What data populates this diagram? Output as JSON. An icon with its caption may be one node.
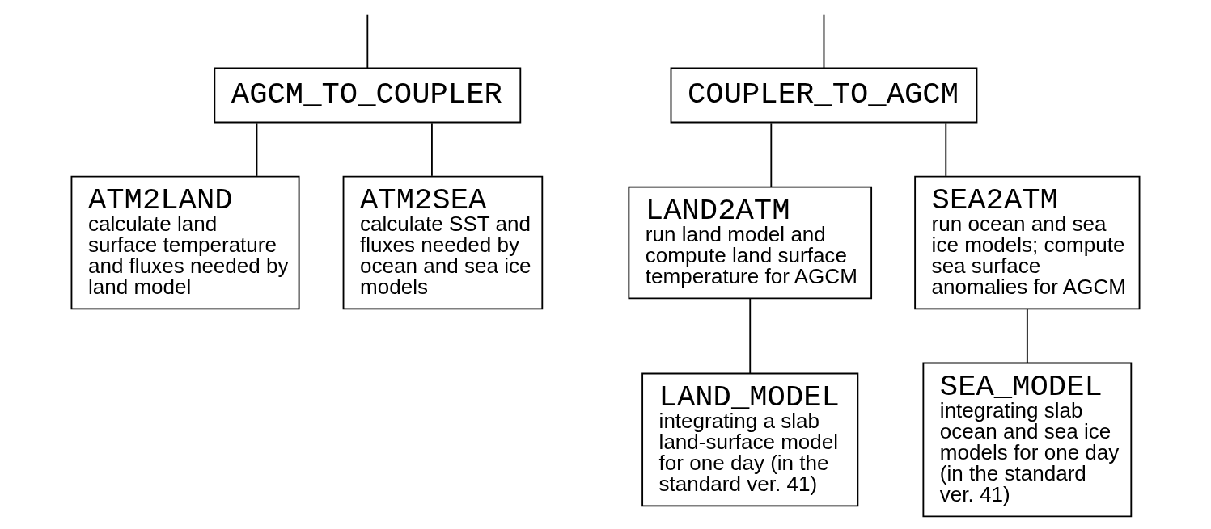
{
  "diagram": {
    "nodes": [
      {
        "text": [
          "AGCM_TO_COUPLER"
        ]
      },
      {
        "text": [
          "COUPLER_TO_AGCM"
        ]
      },
      {
        "text": [
          "ATM2LAND",
          "calculate land surface temperature and fluxes needed by land model"
        ]
      },
      {
        "text": [
          "ATM2SEA",
          "calculate SST and fluxes needed by ocean and sea ice models"
        ]
      },
      {
        "text": [
          "LAND2ATM",
          "run land model and compute land surface temperature for AGCM"
        ]
      },
      {
        "text": [
          "SEA2ATM",
          "run ocean and sea ice models; compute sea surface anomalies for AGCM"
        ]
      },
      {
        "text": [
          "LAND_MODEL",
          "integrating a slab land-surface model for one day (in the standard ver. 41)"
        ]
      },
      {
        "text": [
          "SEA_MODEL",
          "integrating slab ocean and sea ice models for one day (in the standard ver. 41)"
        ]
      }
    ],
    "edges": [
      {
        "from": null,
        "to": 0,
        "arrow": "none"
      },
      {
        "from": null,
        "to": 1,
        "arrow": "none"
      },
      {
        "from": 0,
        "to": 2,
        "arrow": "none"
      },
      {
        "from": 0,
        "to": 3,
        "arrow": "none"
      },
      {
        "from": 1,
        "to": 4,
        "arrow": "none"
      },
      {
        "from": 1,
        "to": 5,
        "arrow": "none"
      },
      {
        "from": 4,
        "to": 6,
        "arrow": "none"
      },
      {
        "from": 5,
        "to": 7,
        "arrow": "none"
      }
    ]
  }
}
